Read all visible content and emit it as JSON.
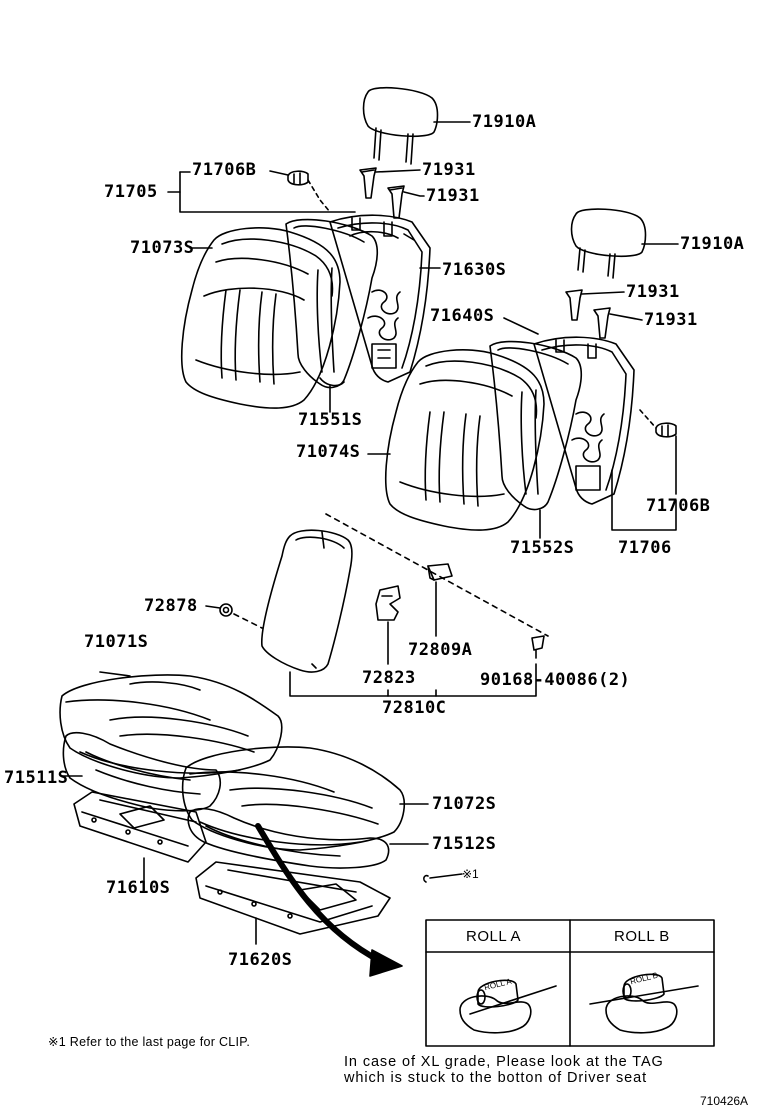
{
  "diagram": {
    "code": "710426A"
  },
  "labels": {
    "p71910A_top": "71910A",
    "p71931_a": "71931",
    "p71931_b": "71931",
    "p71706B_top": "71706B",
    "p71705": "71705",
    "p71073S": "71073S",
    "p71630S": "71630S",
    "p71910A_right": "71910A",
    "p71931_c": "71931",
    "p71931_d": "71931",
    "p71640S": "71640S",
    "p71551S": "71551S",
    "p71074S": "71074S",
    "p71706B_right": "71706B",
    "p71552S": "71552S",
    "p71706": "71706",
    "p72878": "72878",
    "p72809A": "72809A",
    "p72823": "72823",
    "p90168": "90168-40086(2)",
    "p72810C": "72810C",
    "p71071S": "71071S",
    "p71511S": "71511S",
    "p71072S": "71072S",
    "p71512S": "71512S",
    "p71610S": "71610S",
    "p71620S": "71620S",
    "clip_mark": "※1"
  },
  "roll_table": {
    "col_a": "ROLL A",
    "col_b": "ROLL B",
    "tag_a": "ROLL A",
    "tag_b": "ROLL B"
  },
  "footnote": "※1  Refer to the last page for CLIP.",
  "tag_note": {
    "line1": "In case of XL grade, Please look at the TAG",
    "line2": "which is stuck to the botton of Driver seat"
  }
}
